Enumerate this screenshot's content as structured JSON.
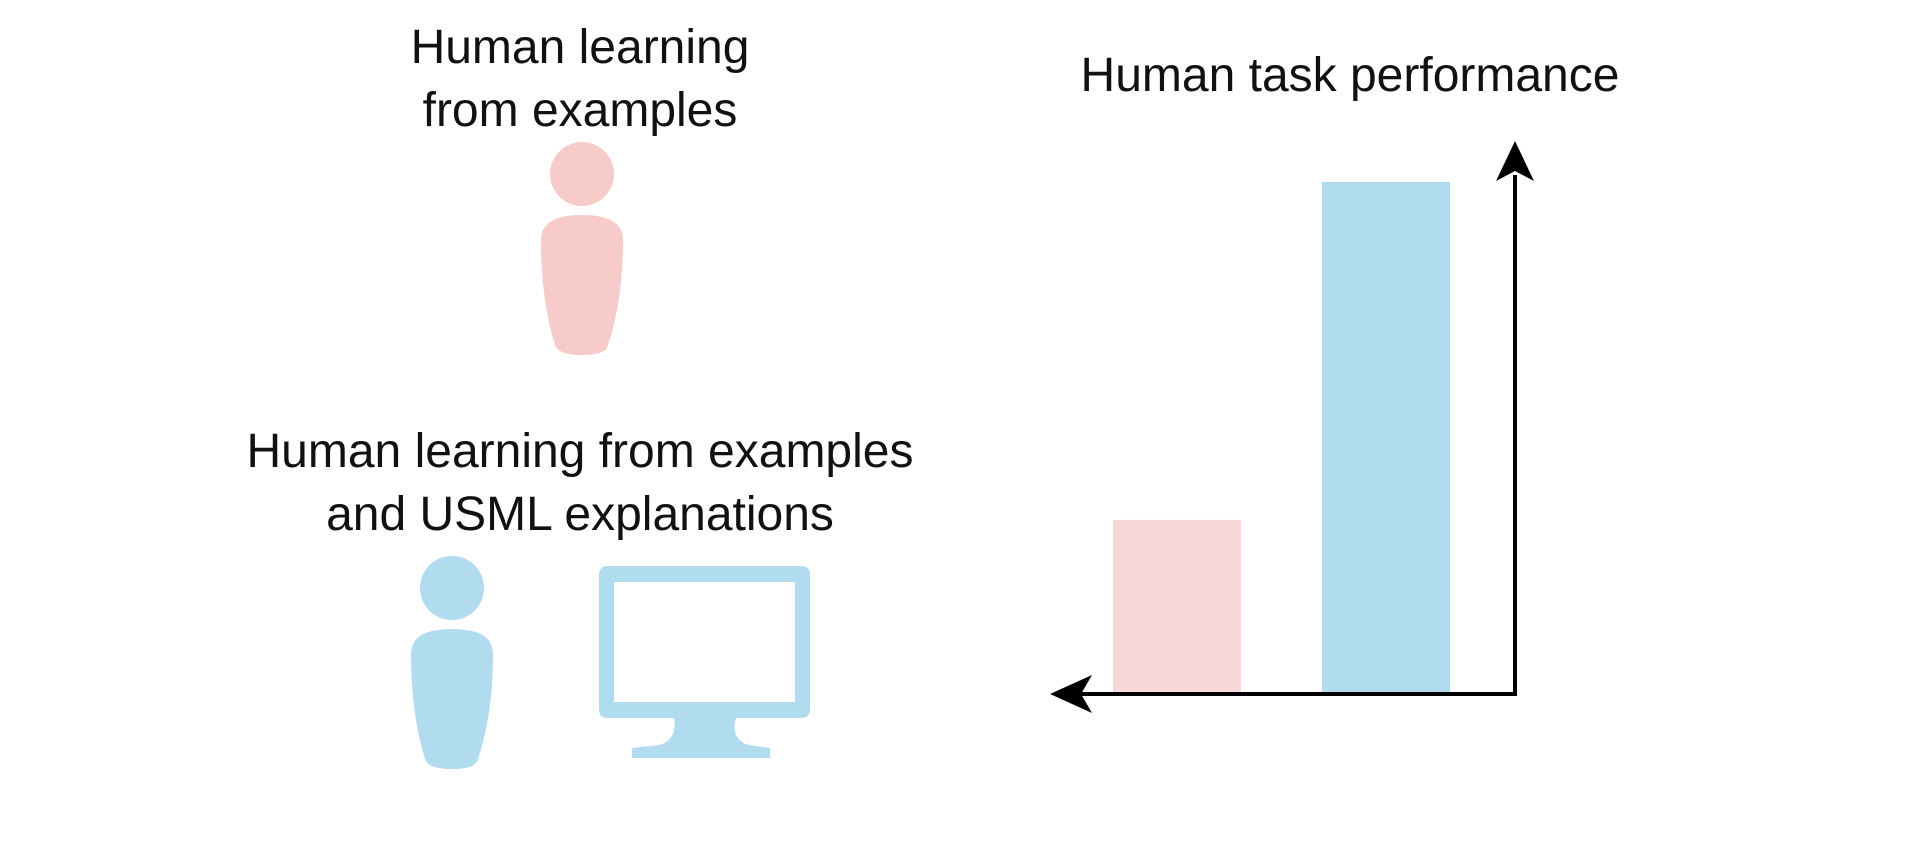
{
  "groups": {
    "examples_only": {
      "label_lines": [
        "Human learning",
        "from examples"
      ],
      "color": "#f6cbca",
      "icon": "person-icon"
    },
    "examples_and_usml": {
      "label_lines": [
        "Human learning from examples",
        "and USML explanations"
      ],
      "color": "#b1dcef",
      "icons": [
        "person-icon",
        "computer-monitor-icon"
      ]
    }
  },
  "chart_data": {
    "type": "bar",
    "title": "Human task performance",
    "xlabel": "",
    "ylabel": "",
    "categories": [
      "Human learning from examples",
      "Human learning from examples and USML explanations"
    ],
    "values": [
      0.34,
      1.0
    ],
    "colors": [
      "#f8d8d6",
      "#b1dcef"
    ],
    "ylim": [
      0,
      1.08
    ],
    "axis_arrows": [
      "left",
      "up"
    ],
    "grid": false,
    "legend": "none"
  }
}
